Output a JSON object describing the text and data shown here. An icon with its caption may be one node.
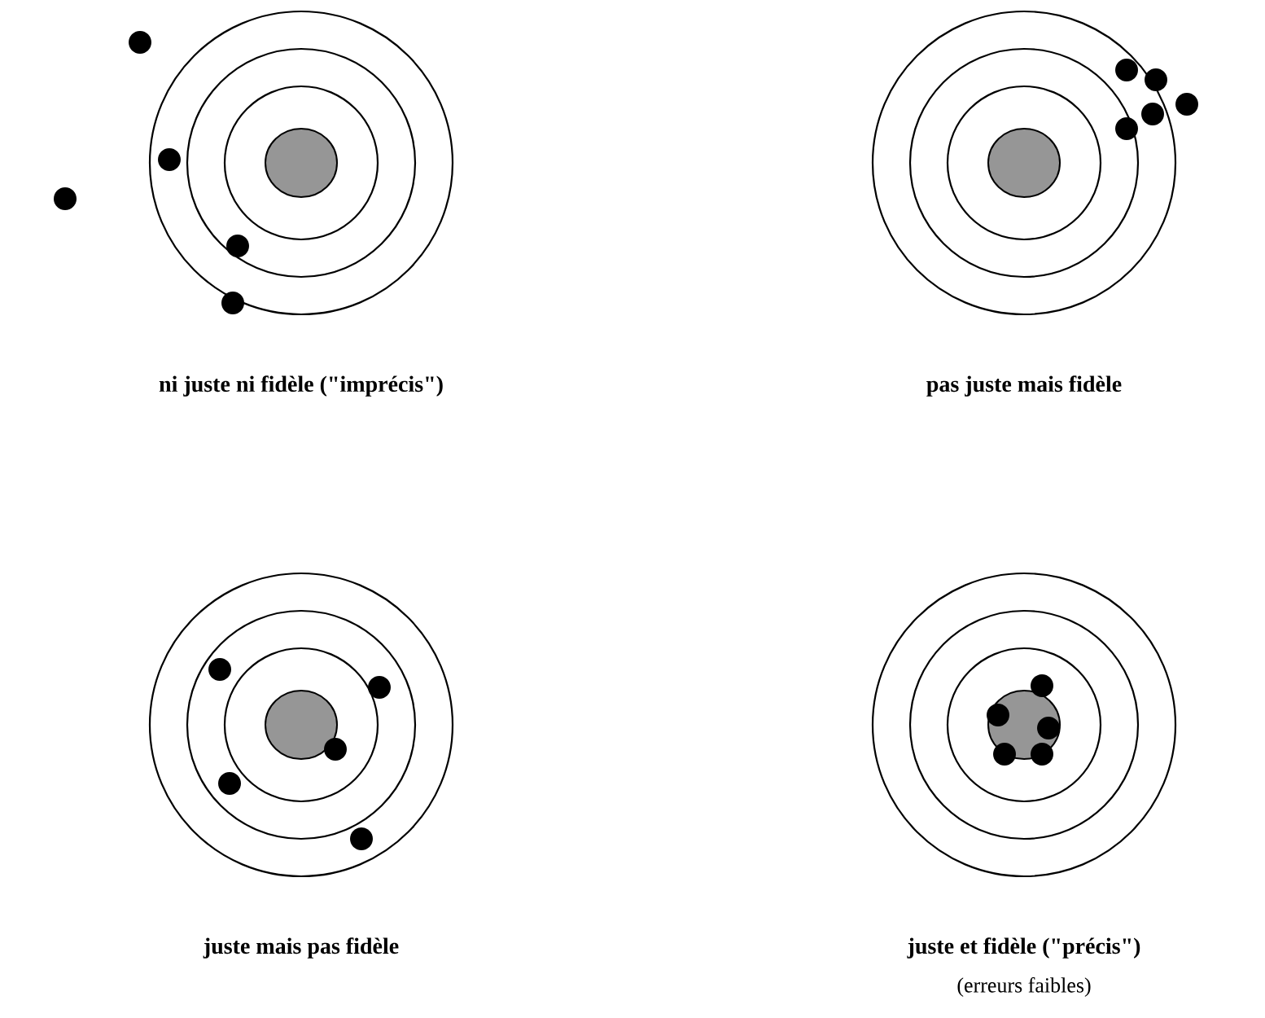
{
  "diagram": {
    "labels": [
      "ni juste ni fidèle (\"imprécis\")",
      "pas juste mais fidèle",
      "juste mais pas fidèle",
      "juste et fidèle (\"précis\")",
      "(erreurs faibles)"
    ]
  }
}
